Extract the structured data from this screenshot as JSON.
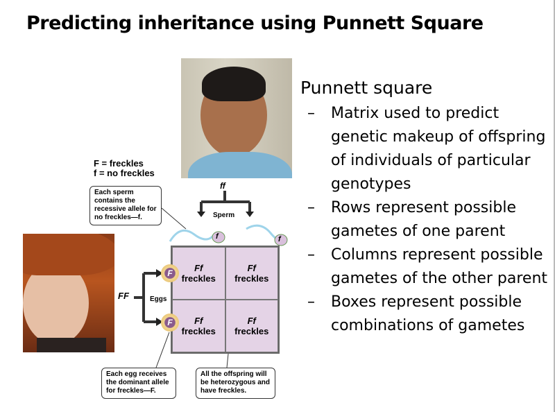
{
  "title": "Predicting inheritance using Punnett Square",
  "figure": {
    "legend": [
      "F = freckles",
      "f = no freckles"
    ],
    "father_genotype": "ff",
    "mother_genotype": "FF",
    "sperm_label": "Sperm",
    "eggs_label": "Eggs",
    "sperm_allele": "f",
    "egg_allele": "F",
    "cells": [
      {
        "genotype": "Ff",
        "phenotype": "freckles"
      },
      {
        "genotype": "Ff",
        "phenotype": "freckles"
      },
      {
        "genotype": "Ff",
        "phenotype": "freckles"
      },
      {
        "genotype": "Ff",
        "phenotype": "freckles"
      }
    ],
    "callout_sperm": "Each sperm contains the recessive allele for no freckles—f.",
    "callout_egg": "Each egg receives the dominant allele for freckles—F.",
    "callout_offspring": "All the offspring will be heterozygous and have freckles."
  },
  "content": {
    "heading": "Punnett square",
    "dash": "–",
    "bullets": [
      "Matrix used to predict genetic makeup of offspring of individuals of particular genotypes",
      "Rows represent possible gametes of one parent",
      "Columns represent possible gametes of the other parent",
      "Boxes represent possible combinations of gametes"
    ]
  }
}
